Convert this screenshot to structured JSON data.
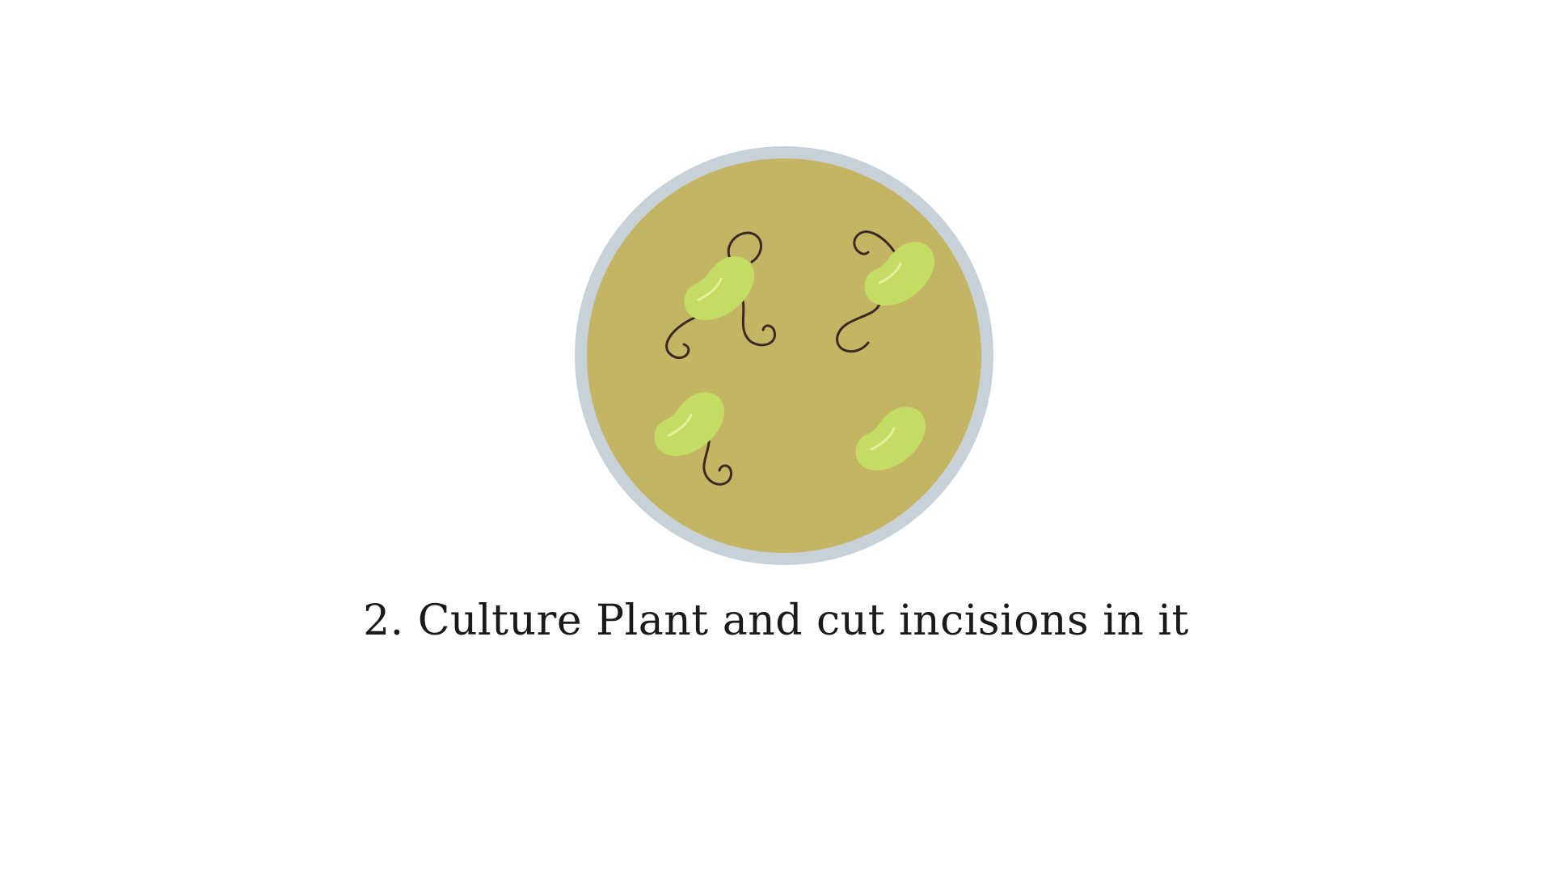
{
  "slide": {
    "caption": "2. Culture Plant and cut incisions in it"
  },
  "illustration": {
    "subject": "petri-dish-with-sprouting-beans",
    "bean_count": 4,
    "colors": {
      "background": "#ffffff",
      "dish_rim": "#c8d0d8",
      "medium": "#c4b565",
      "bean": "#c4dc64",
      "bean_highlight": "#e2ee9a",
      "root": "#3a2a22",
      "caption_text": "#1a1a1a"
    }
  }
}
